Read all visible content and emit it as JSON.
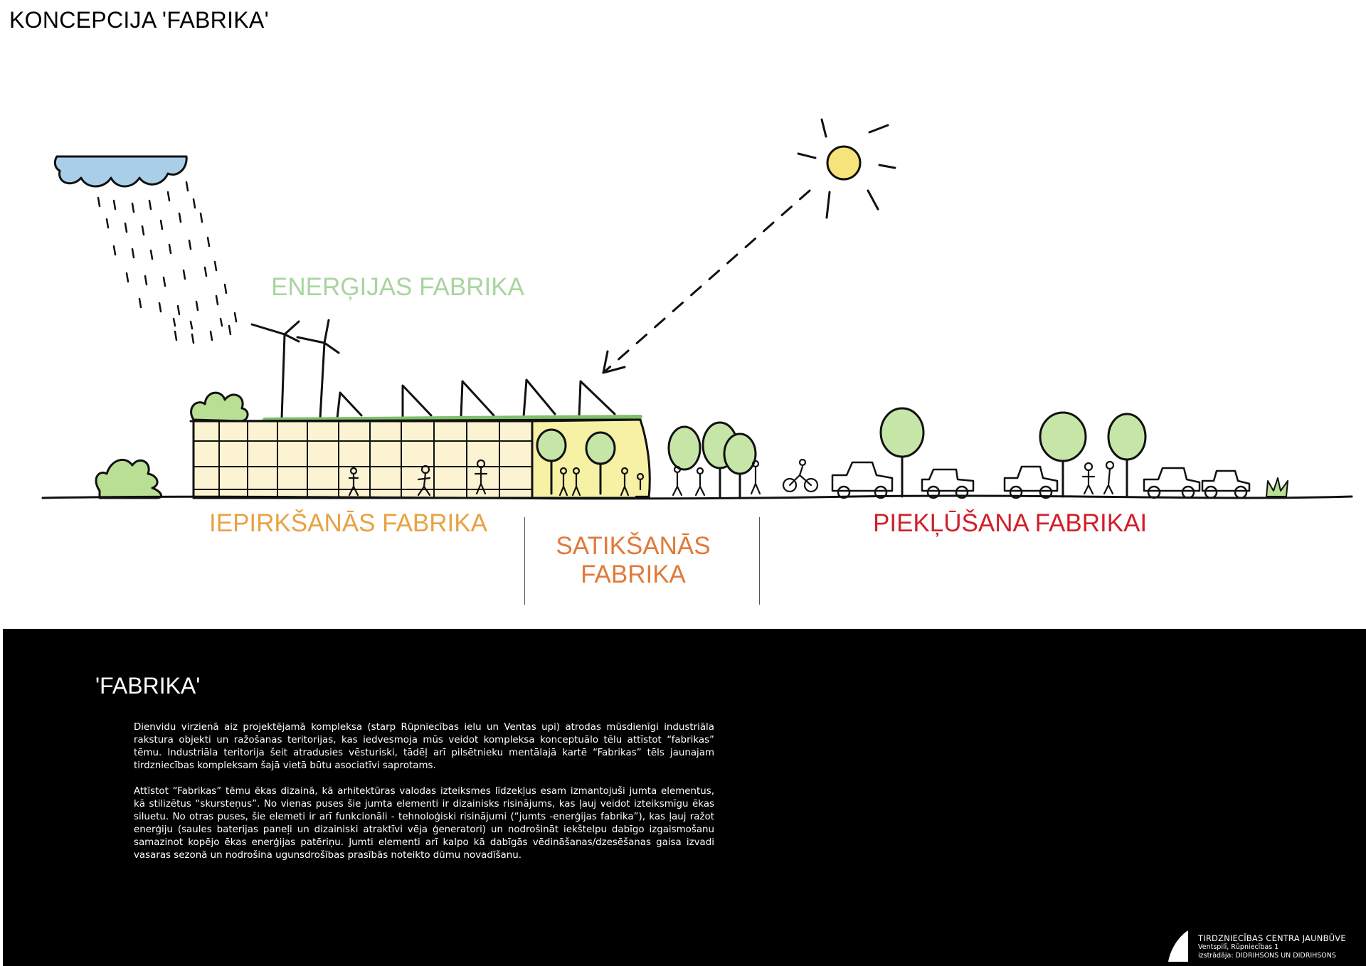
{
  "header": {
    "title": "KONCEPCIJA 'FABRIKA'"
  },
  "sketch": {
    "labels": {
      "energy": "ENERĢIJAS FABRIKA",
      "shopping": "IEPIRKŠANĀS FABRIKA",
      "meeting": "SATIKŠANĀS FABRIKA",
      "access": "PIEKĻŪŠANA FABRIKAI"
    },
    "colors": {
      "energy": "#a9d4a0",
      "shopping": "#e8a243",
      "meeting": "#e07a3a",
      "access": "#d0202a",
      "cloud": "#a9cfe8",
      "sun": "#f6e37a",
      "building": "#fbf3d2",
      "atrium": "#f6f1a4",
      "tree": "#c6e6a8"
    }
  },
  "panel": {
    "heading": "'FABRIKA'",
    "paragraphs": [
      "Dienvidu virzienā aiz projektējamā kompleksa (starp Rūpniecības ielu un Ventas upi) atrodas mūsdienīgi industriāla rakstura objekti un ražošanas teritorijas, kas iedvesmoja mūs veidot kompleksa konceptuālo tēlu attīstot “fabrikas” tēmu. Industriāla teritorija šeit atradusies vēsturiski, tādēļ arī pilsētnieku mentālajā kartē “Fabrikas” tēls jaunajam tirdzniecības kompleksam šajā vietā būtu asociatīvi saprotams.",
      "Attīstot “Fabrikas” tēmu ēkas dizainā, kā arhitektūras valodas izteiksmes līdzekļus esam izmantojuši jumta elementus, kā stilizētus “skursteņus”. No vienas puses šie jumta elementi ir dizainisks risinājums, kas ļauj veidot izteiksmīgu ēkas siluetu. No otras puses, šie elemeti ir arī funkcionāli - tehnoloģiski risinājumi (“jumts -enerģijas fabrika”), kas ļauj ražot enerģiju (saules baterijas paneļi un dizainiski atraktīvi vēja ģeneratori) un nodrošināt iekštelpu dabīgo izgaismošanu samazinot kopējo ēkas enerģijas patēriņu. Jumti elementi arī kalpo kā dabīgās vēdināšanas/dzesēšanas gaisa izvadi vasaras sezonā un nodrošina ugunsdrošības prasībās noteikto dūmu novadīšanu."
    ]
  },
  "footer": {
    "title": "TIRDZNIECĪBAS CENTRA JAUNBŪVE",
    "address": "Ventspilī, Rūpniecības 1",
    "author": "izstrādāja: DIDRIHSONS UN DIDRIHSONS"
  }
}
